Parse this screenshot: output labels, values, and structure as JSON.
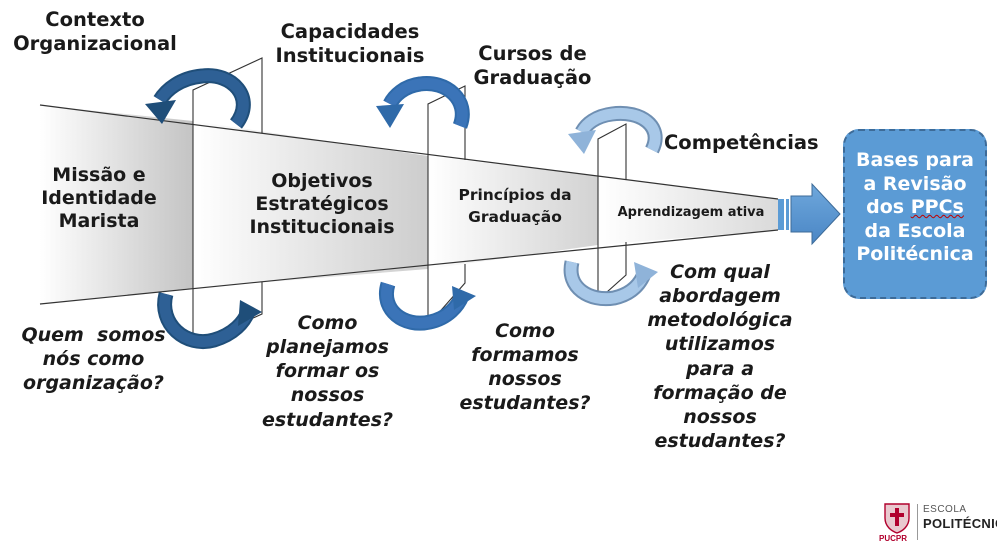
{
  "colors": {
    "arrow_dark": "#1f4e79",
    "arrow_mid": "#3b74b8",
    "arrow_light": "#9dc3e6",
    "result_box": "#5b9bd5",
    "result_border": "#3d6b98",
    "funnel_shade": "#c8c8c8"
  },
  "stages": {
    "contexto": {
      "label_line1": "Contexto",
      "label_line2": "Organizacional"
    },
    "capacidades": {
      "label_line1": "Capacidades",
      "label_line2": "Institucionais"
    },
    "cursos": {
      "label_line1": "Cursos de",
      "label_line2": "Graduação"
    },
    "competencias": {
      "label": "Competências"
    }
  },
  "funnel": {
    "missao": {
      "line1": "Missão e",
      "line2": "Identidade",
      "line3": "Marista"
    },
    "objetivos": {
      "line1": "Objetivos",
      "line2": "Estratégicos",
      "line3": "Institucionais"
    },
    "principios": {
      "line1": "Princípios da",
      "line2": "Graduação"
    },
    "aprendizagem": {
      "label": "Aprendizagem ativa"
    }
  },
  "result": {
    "line1": "Bases para",
    "line2": "a Revisão",
    "line3_prefix": "dos ",
    "line3_underlined": "PPCs",
    "line4": "da Escola",
    "line5": "Politécnica"
  },
  "questions": {
    "q1": {
      "line1": "Quem  somos",
      "line2": "nós como",
      "line3": "organização?"
    },
    "q2": {
      "line1": "Como",
      "line2": "planejamos",
      "line3": "formar os",
      "line4": "nossos",
      "line5": "estudantes?"
    },
    "q3": {
      "line1": "Como",
      "line2": "formamos",
      "line3": "nossos",
      "line4": "estudantes?"
    },
    "q4": {
      "line1": "Com qual",
      "line2": "abordagem",
      "line3": "metodológica",
      "line4": "utilizamos",
      "line5": "para a",
      "line6": "formação de",
      "line7": "nossos",
      "line8": "estudantes?"
    }
  },
  "logo": {
    "line1": "ESCOLA",
    "line2": "POLITÉCNICA",
    "brand": "PUCPR"
  }
}
